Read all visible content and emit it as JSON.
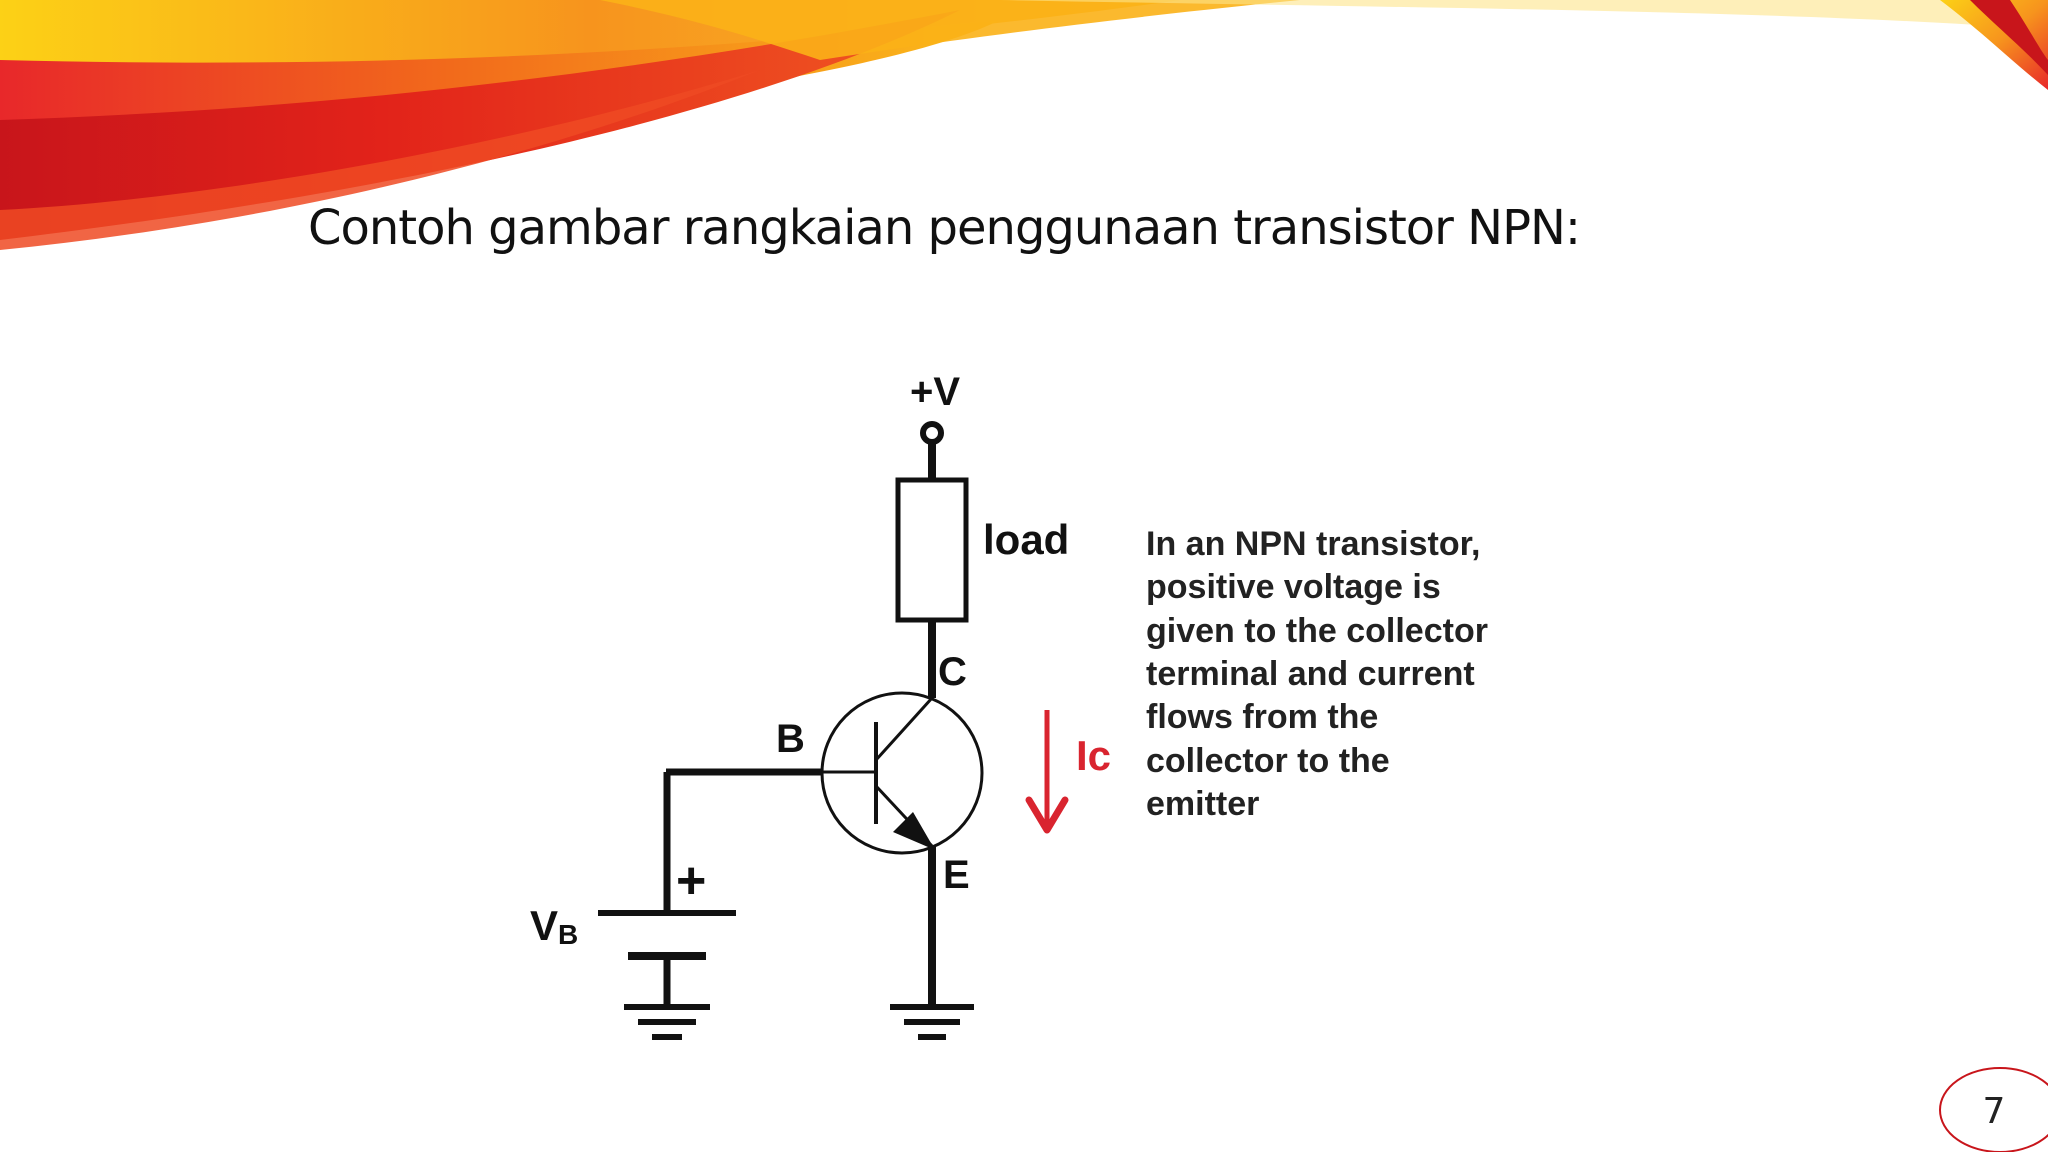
{
  "slide": {
    "title": "Contoh gambar rangkaian penggunaan transistor NPN:",
    "page_number": "7"
  },
  "diagram": {
    "supply_label": "+V",
    "load_label": "load",
    "collector_label": "C",
    "base_label": "B",
    "emitter_label": "E",
    "battery_plus": "+",
    "battery_label": "V",
    "battery_sub": "B",
    "current_label": "Ic",
    "description_lines": [
      "In an NPN transistor,",
      "positive voltage is",
      "given to the collector",
      "terminal and current",
      "flows from the",
      "collector to the",
      "emitter"
    ]
  },
  "colors": {
    "accent_red": "#d9242f",
    "swoosh_orange": "#f5821f",
    "swoosh_yellow": "#fcd116"
  }
}
